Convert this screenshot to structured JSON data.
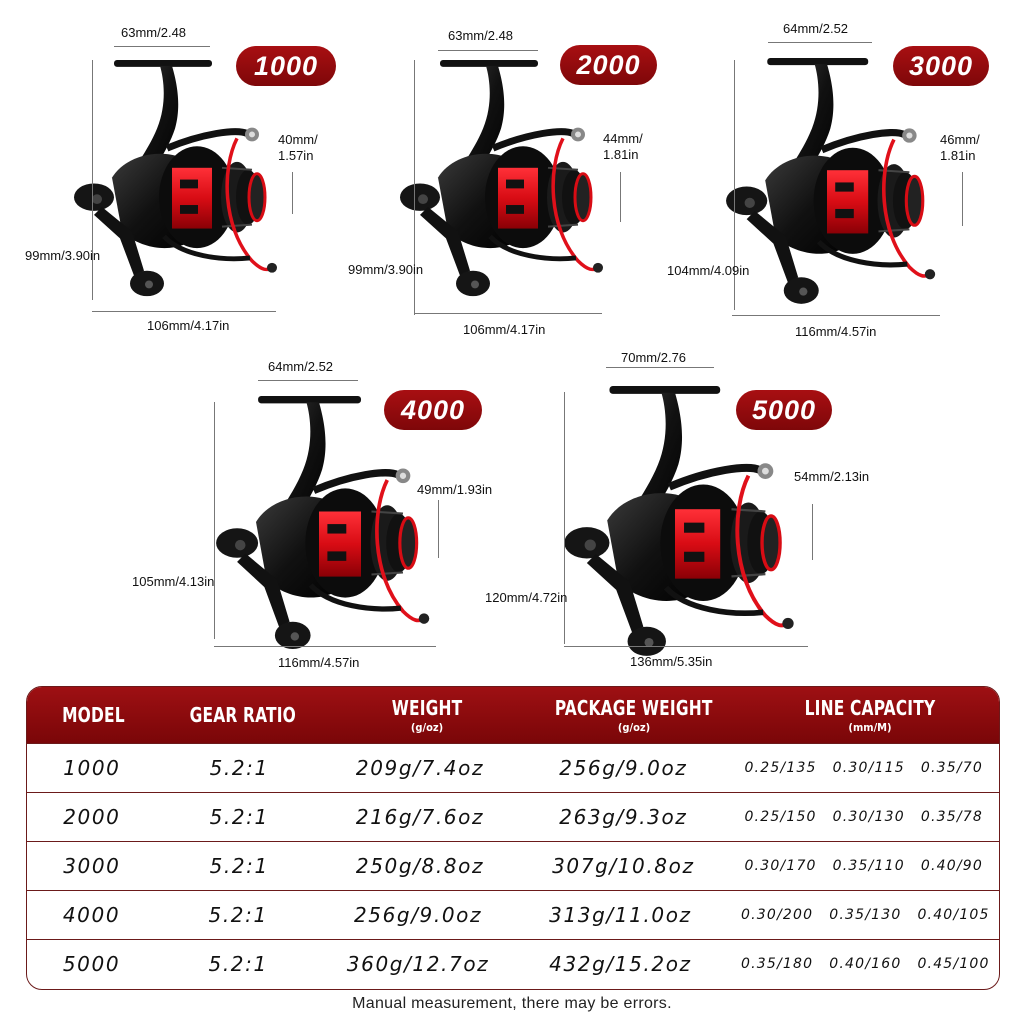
{
  "reels": [
    {
      "model": "1000",
      "top_dim": "63mm/2.48",
      "side_dim": "40mm/\n1.57in",
      "height_dim": "99mm/3.90in",
      "width_dim": "106mm/4.17in"
    },
    {
      "model": "2000",
      "top_dim": "63mm/2.48",
      "side_dim": "44mm/\n1.81in",
      "height_dim": "99mm/3.90in",
      "width_dim": "106mm/4.17in"
    },
    {
      "model": "3000",
      "top_dim": "64mm/2.52",
      "side_dim": "46mm/\n1.81in",
      "height_dim": "104mm/4.09in",
      "width_dim": "116mm/4.57in"
    },
    {
      "model": "4000",
      "top_dim": "64mm/2.52",
      "side_dim": "49mm/1.93in",
      "height_dim": "105mm/4.13in",
      "width_dim": "116mm/4.57in"
    },
    {
      "model": "5000",
      "top_dim": "70mm/2.76",
      "side_dim": "54mm/2.13in",
      "height_dim": "120mm/4.72in",
      "width_dim": "136mm/5.35in"
    }
  ],
  "table": {
    "headers": [
      {
        "label": "MODEL",
        "sub": ""
      },
      {
        "label": "GEAR RATIO",
        "sub": ""
      },
      {
        "label": "WEIGHT",
        "sub": "(g/oz)"
      },
      {
        "label": "PACKAGE WEIGHT",
        "sub": "(g/oz)"
      },
      {
        "label": "LINE CAPACITY",
        "sub": "(mm/M)"
      }
    ],
    "rows": [
      {
        "model": "1000",
        "gear": "5.2:1",
        "weight": "209g/7.4oz",
        "package": "256g/9.0oz",
        "capacity": [
          "0.25/135",
          "0.30/115",
          "0.35/70"
        ]
      },
      {
        "model": "2000",
        "gear": "5.2:1",
        "weight": "216g/7.6oz",
        "package": "263g/9.3oz",
        "capacity": [
          "0.25/150",
          "0.30/130",
          "0.35/78"
        ]
      },
      {
        "model": "3000",
        "gear": "5.2:1",
        "weight": "250g/8.8oz",
        "package": "307g/10.8oz",
        "capacity": [
          "0.30/170",
          "0.35/110",
          "0.40/90"
        ]
      },
      {
        "model": "4000",
        "gear": "5.2:1",
        "weight": "256g/9.0oz",
        "package": "313g/11.0oz",
        "capacity": [
          "0.30/200",
          "0.35/130",
          "0.40/105"
        ]
      },
      {
        "model": "5000",
        "gear": "5.2:1",
        "weight": "360g/12.7oz",
        "package": "432g/15.2oz",
        "capacity": [
          "0.35/180",
          "0.40/160",
          "0.45/100"
        ]
      }
    ]
  },
  "footnote": "Manual measurement, there may be errors.",
  "colors": {
    "brand_red": "#8f0b0e",
    "accent_red": "#e01018",
    "reel_black": "#141414"
  },
  "icons": [
    "spinning-reel-icon"
  ]
}
